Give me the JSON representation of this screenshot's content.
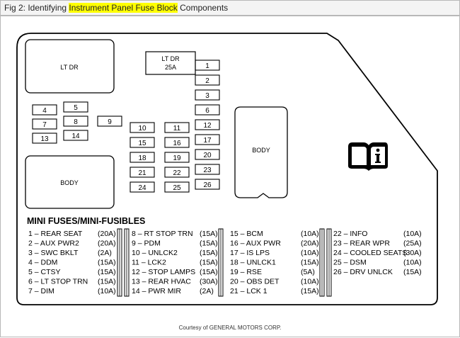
{
  "caption": {
    "prefix": "Fig 2: Identifying ",
    "highlight": "Instrument Panel Fuse Block",
    "suffix": " Components",
    "highlight_color": "#ffff00"
  },
  "blocks": {
    "lt_dr_relay": "LT DR",
    "lt_dr_fuse_line1": "LT DR",
    "lt_dr_fuse_line2": "25A",
    "body_left": "BODY",
    "body_center": "BODY",
    "info_icon": "info-book-icon"
  },
  "fuse_numbers": [
    "1",
    "2",
    "3",
    "4",
    "5",
    "6",
    "7",
    "8",
    "9",
    "10",
    "11",
    "12",
    "13",
    "14",
    "15",
    "16",
    "17",
    "18",
    "19",
    "20",
    "21",
    "22",
    "23",
    "24",
    "25",
    "26"
  ],
  "legend": {
    "title": "MINI FUSES/MINI-FUSIBLES",
    "columns": [
      [
        {
          "name": "1 – REAR SEAT",
          "amp": "(20A)"
        },
        {
          "name": "2 – AUX PWR2",
          "amp": "(20A)"
        },
        {
          "name": "3 – SWC BKLT",
          "amp": "(2A)"
        },
        {
          "name": "4 – DDM",
          "amp": "(15A)"
        },
        {
          "name": "5 – CTSY",
          "amp": "(15A)"
        },
        {
          "name": "6 – LT STOP TRN",
          "amp": "(15A)"
        },
        {
          "name": "7 – DIM",
          "amp": "(10A)"
        }
      ],
      [
        {
          "name": "8 – RT STOP TRN",
          "amp": "(15A)"
        },
        {
          "name": "9 – PDM",
          "amp": "(15A)"
        },
        {
          "name": "10 – UNLCK2",
          "amp": "(15A)"
        },
        {
          "name": "11 – LCK2",
          "amp": "(15A)"
        },
        {
          "name": "12 – STOP LAMPS",
          "amp": "(15A)"
        },
        {
          "name": "13 – REAR HVAC",
          "amp": "(30A)"
        },
        {
          "name": "14 – PWR MIR",
          "amp": "(2A)"
        }
      ],
      [
        {
          "name": "15 – BCM",
          "amp": "(10A)"
        },
        {
          "name": "16 – AUX PWR",
          "amp": "(20A)"
        },
        {
          "name": "17 – IS LPS",
          "amp": "(10A)"
        },
        {
          "name": "18 – UNLCK1",
          "amp": "(15A)"
        },
        {
          "name": "19 – RSE",
          "amp": "(5A)"
        },
        {
          "name": "20 – OBS DET",
          "amp": "(10A)"
        },
        {
          "name": "21 – LCK 1",
          "amp": "(15A)"
        }
      ],
      [
        {
          "name": "22 – INFO",
          "amp": "(10A)"
        },
        {
          "name": "23 – REAR WPR",
          "amp": "(25A)"
        },
        {
          "name": "24 – COOLED SEATS",
          "amp": "(30A)"
        },
        {
          "name": "25 – DSM",
          "amp": "(10A)"
        },
        {
          "name": "26 – DRV UNLCK",
          "amp": "(15A)"
        }
      ]
    ]
  },
  "credit": "Courtesy of GENERAL MOTORS CORP."
}
